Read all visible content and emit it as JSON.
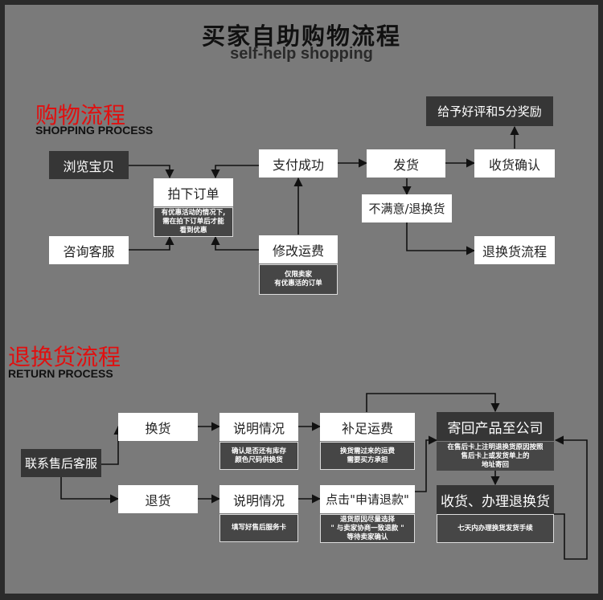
{
  "header": {
    "title": "买家自助购物流程",
    "subtitle": "self-help shopping"
  },
  "shopping": {
    "title_cn": "购物流程",
    "title_en": "SHOPPING PROCESS",
    "browse": "浏览宝贝",
    "consult": "咨询客服",
    "order": "拍下订单",
    "order_note": "有优惠活动的情况下,\n需在拍下订单后才能\n看到优惠",
    "modify": "修改运费",
    "modify_note": "仅限卖家\n有优惠活的订单",
    "paid": "支付成功",
    "ship": "发货",
    "unsatisfied": "不满意/退换货",
    "confirm": "收货确认",
    "review": "给予好评和5分奖励",
    "return_flow": "退换货流程"
  },
  "returns": {
    "title_cn": "退换货流程",
    "title_en": "RETURN PROCESS",
    "contact": "联系售后客服",
    "exchange": "换货",
    "refund": "退货",
    "explain1": "说明情况",
    "explain1_note": "确认是否还有库存\n颜色尺码供换货",
    "explain2": "说明情况",
    "explain2_note": "填写好售后服务卡",
    "topup": "补足运费",
    "topup_note": "换货需过来的运费\n需要买方承担",
    "apply": "点击\"申请退款\"",
    "apply_note": "退货原因尽量选择\n\" 与卖家协商一致退款 \"\n等待卖家确认",
    "send_back": "寄回产品至公司",
    "send_back_note": "在售后卡上注明退换货原因按照\n售后卡上或发货单上的\n地址寄回",
    "handle": "收货、办理退换货",
    "handle_note": "七天内办理换货发货手续"
  }
}
